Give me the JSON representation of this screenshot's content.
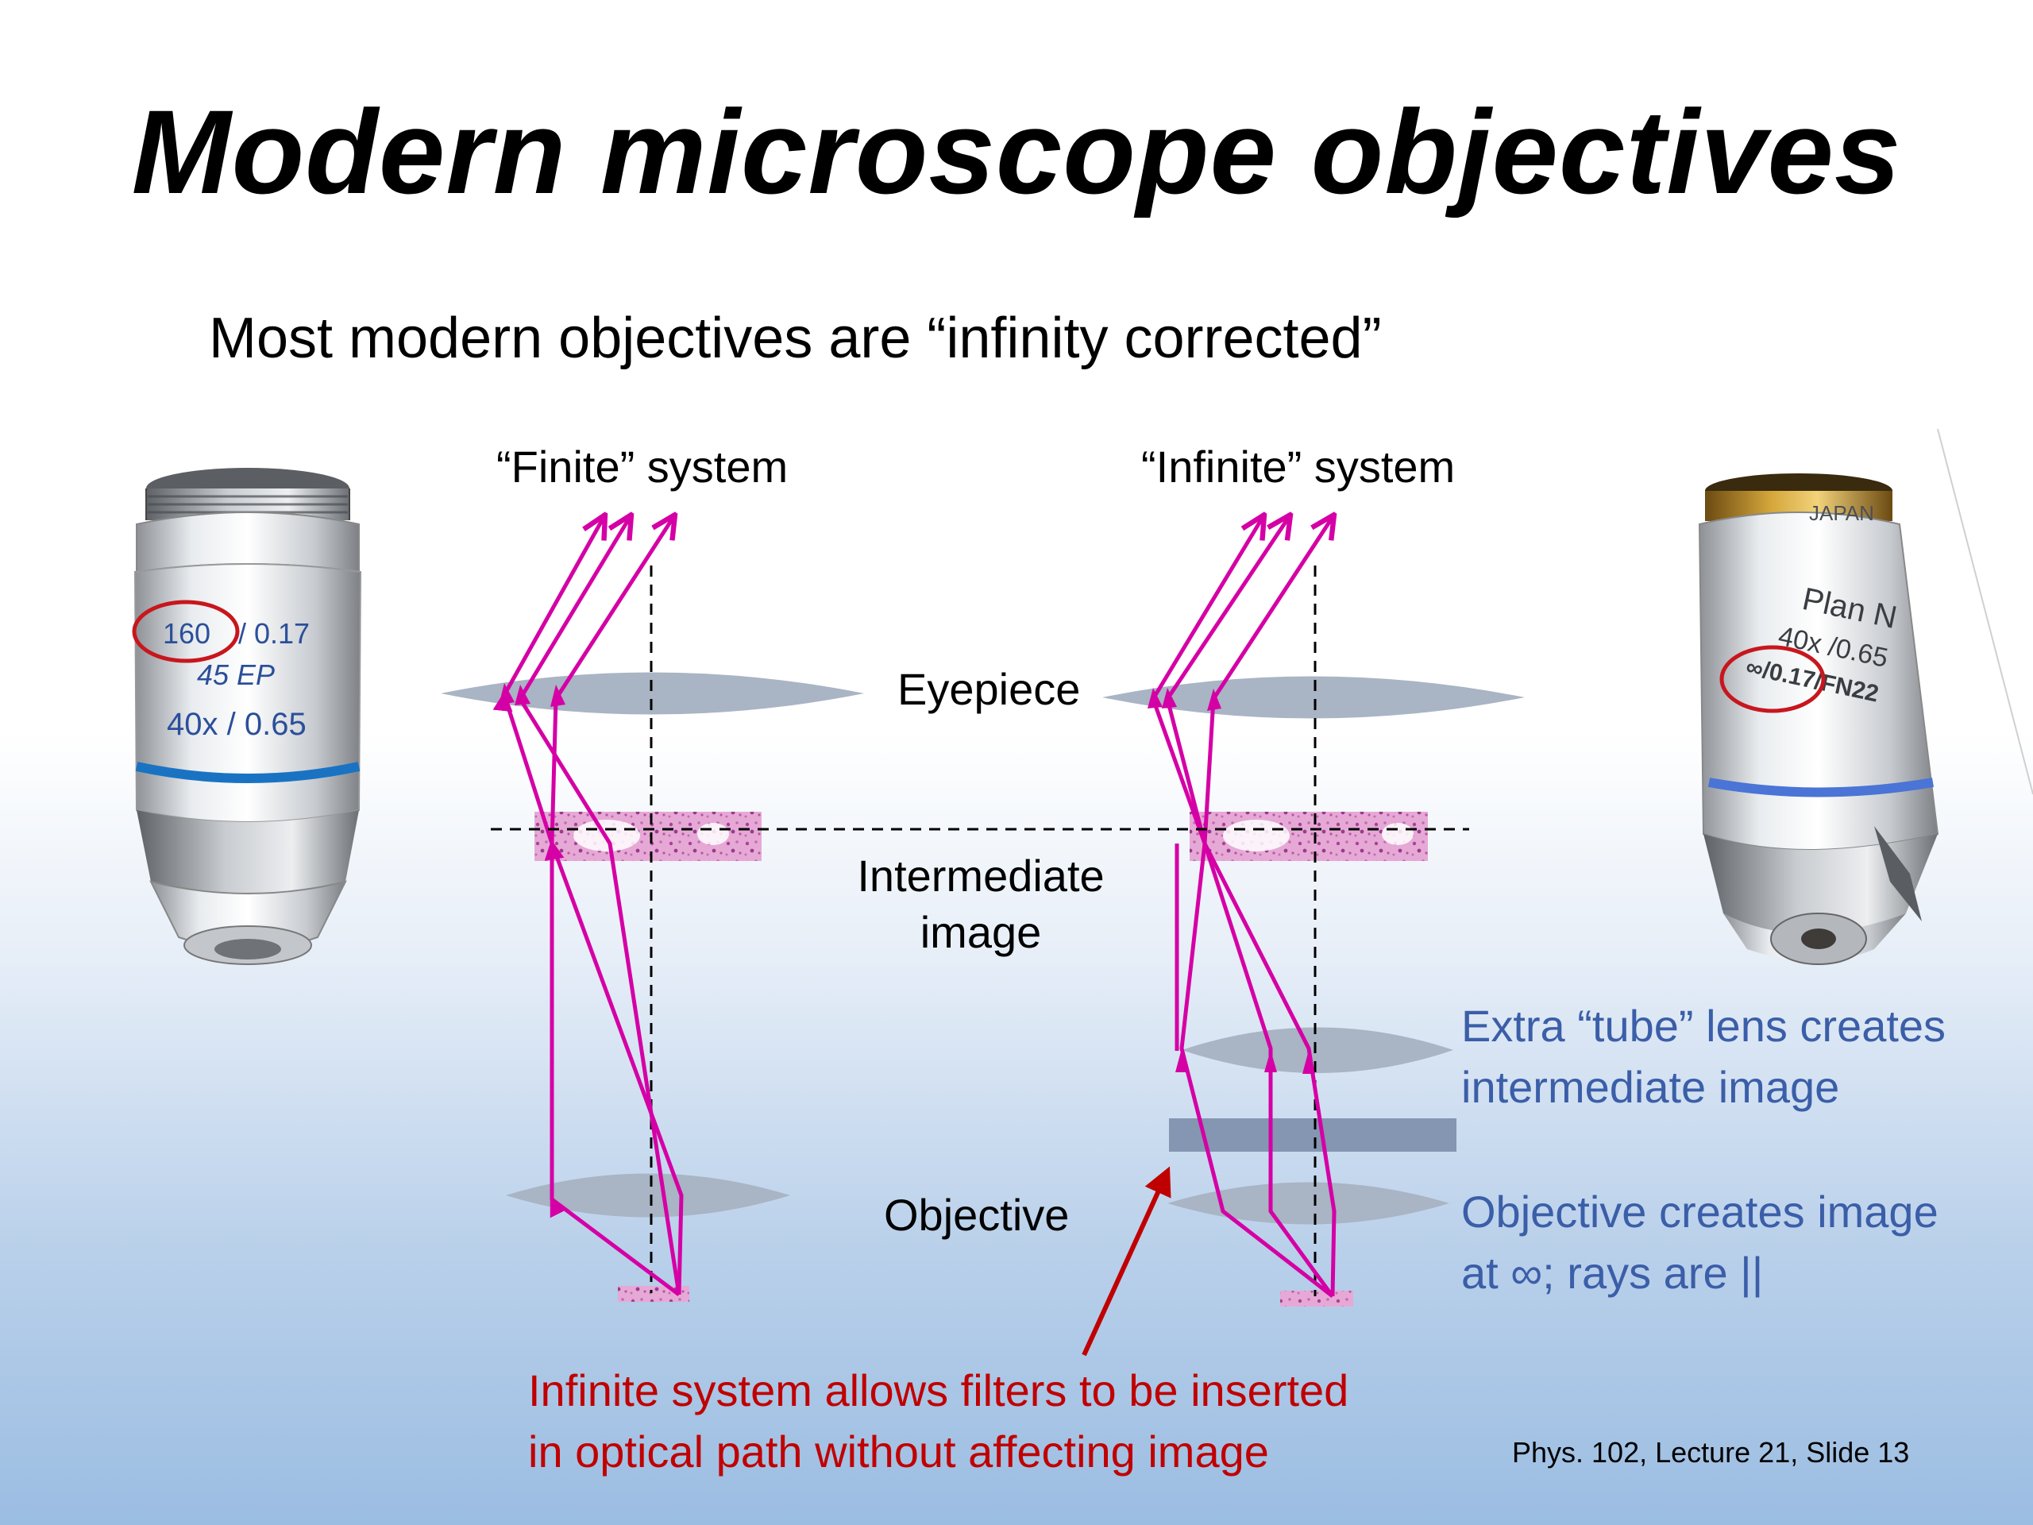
{
  "title": "Modern microscope objectives",
  "subtitle": "Most modern objectives are “infinity corrected”",
  "labels": {
    "finite_system": "“Finite” system",
    "infinite_system": "“Infinite” system",
    "eyepiece": "Eyepiece",
    "intermediate_image": [
      "Intermediate",
      "image"
    ],
    "objective": "Objective"
  },
  "notes": {
    "tube_lens": [
      "Extra “tube” lens creates",
      "intermediate image"
    ],
    "objective_infinity": [
      "Objective creates image",
      "at ∞; rays are ||"
    ],
    "filters": [
      "Infinite system allows filters to be inserted",
      "in optical path without affecting image"
    ]
  },
  "left_objective_markings": {
    "tube_length": "160",
    "coverslip": "/  0.17",
    "model": "45 EP",
    "mag_na": "40x / 0.65"
  },
  "right_objective_markings": {
    "origin": "JAPAN",
    "type": "Plan N",
    "mag_na": "40x /0.65",
    "spec": "∞/0.17/FN22"
  },
  "footer": "Phys. 102, Lecture 21, Slide 13",
  "colors": {
    "ray": "#d500a5",
    "lens": "#a9b4c4",
    "filter": "#8496b1",
    "note_blue": "#3b5ea8",
    "note_red": "#c00000",
    "highlight_circle": "#c8161d"
  }
}
